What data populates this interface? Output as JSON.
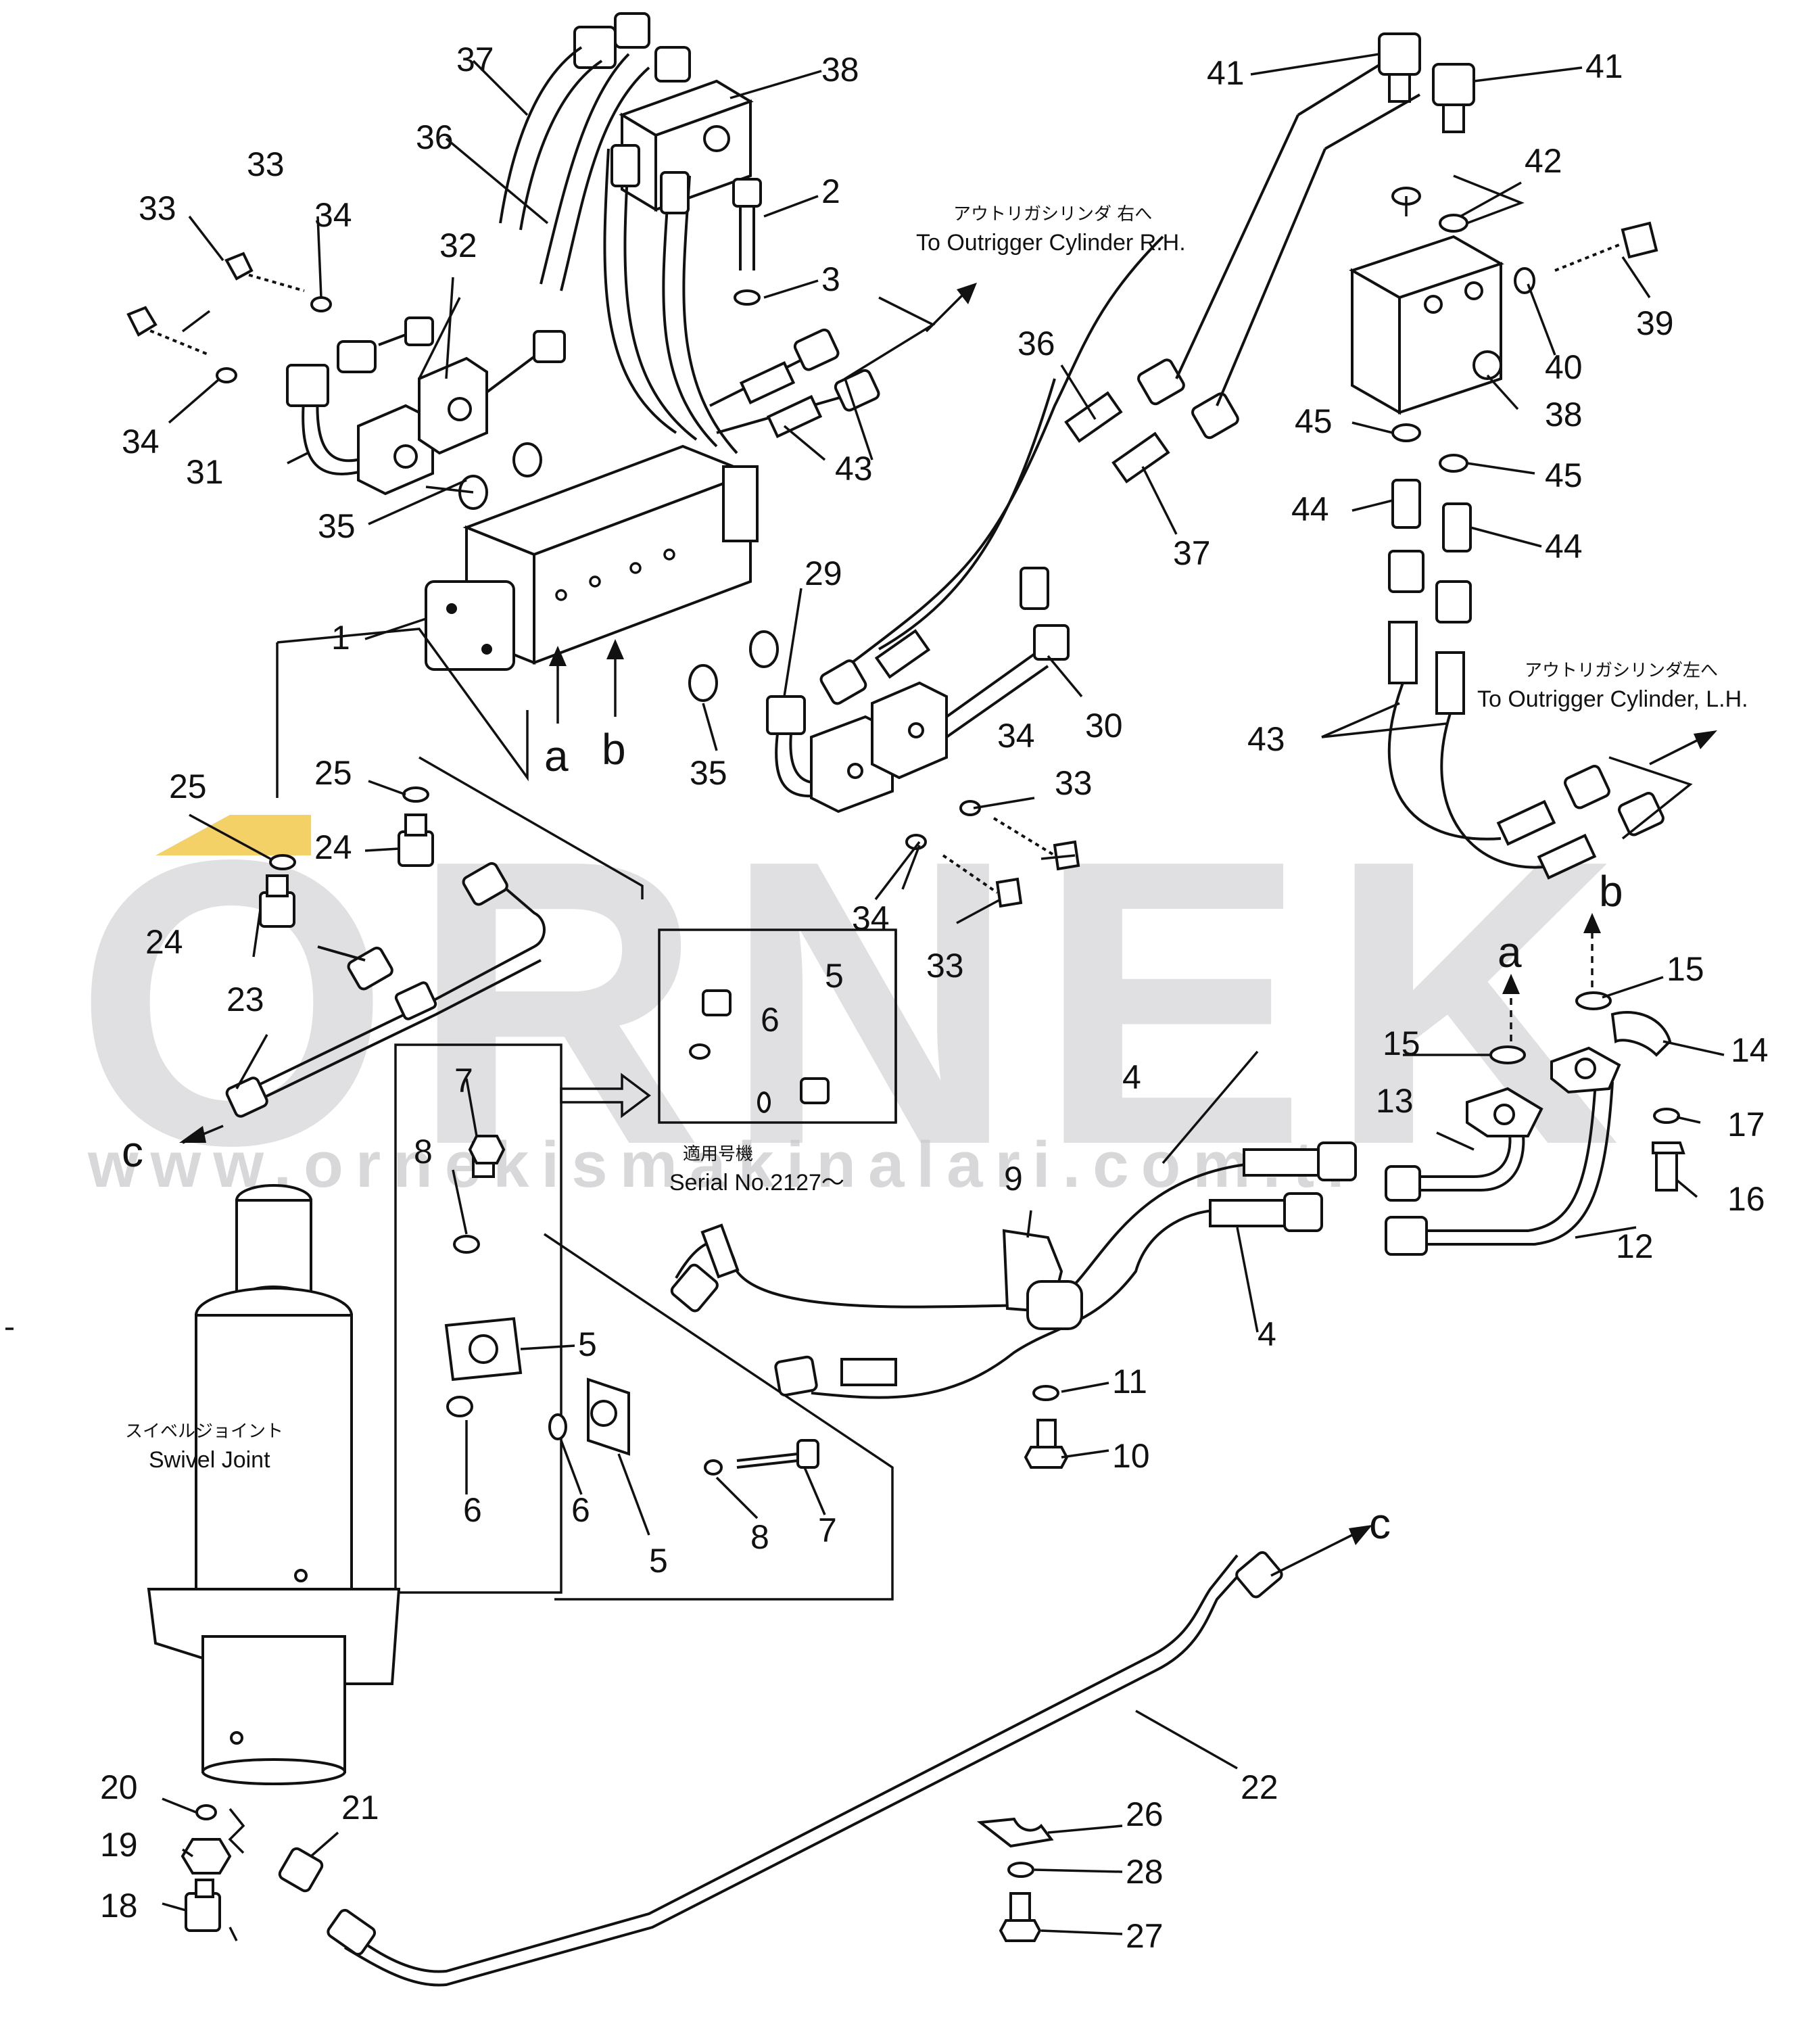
{
  "watermark": {
    "brand": "ORNEK",
    "url": "www.ornekismakinalari.com.tr",
    "accent_color": "#f2c94c"
  },
  "annotations": {
    "outrigger_rh_jp": "アウトリガシリンダ 右へ",
    "outrigger_rh_en": "To Outrigger Cylinder R.H.",
    "outrigger_lh_jp": "アウトリガシリンダ左へ",
    "outrigger_lh_en": "To Outrigger Cylinder, L.H.",
    "serial_jp": "適用号機",
    "serial_en": "Serial No.2127～",
    "swivel_jp": "スイベルジョイント",
    "swivel_en": "Swivel Joint"
  },
  "connection_letters": {
    "a": "a",
    "b": "b",
    "c": "c"
  },
  "part_numbers": {
    "p1": "1",
    "p2": "2",
    "p3": "3",
    "p4": "4",
    "p5": "5",
    "p6": "6",
    "p7": "7",
    "p8": "8",
    "p9": "9",
    "p10": "10",
    "p11": "11",
    "p12": "12",
    "p13": "13",
    "p14": "14",
    "p15": "15",
    "p16": "16",
    "p17": "17",
    "p18": "18",
    "p19": "19",
    "p20": "20",
    "p21": "21",
    "p22": "22",
    "p23": "23",
    "p24": "24",
    "p25": "25",
    "p26": "26",
    "p27": "27",
    "p28": "28",
    "p29": "29",
    "p30": "30",
    "p31": "31",
    "p32": "32",
    "p33": "33",
    "p34": "34",
    "p35": "35",
    "p36": "36",
    "p37": "37",
    "p38": "38",
    "p39": "39",
    "p40": "40",
    "p41": "41",
    "p42": "42",
    "p43": "43",
    "p44": "44",
    "p45": "45"
  }
}
